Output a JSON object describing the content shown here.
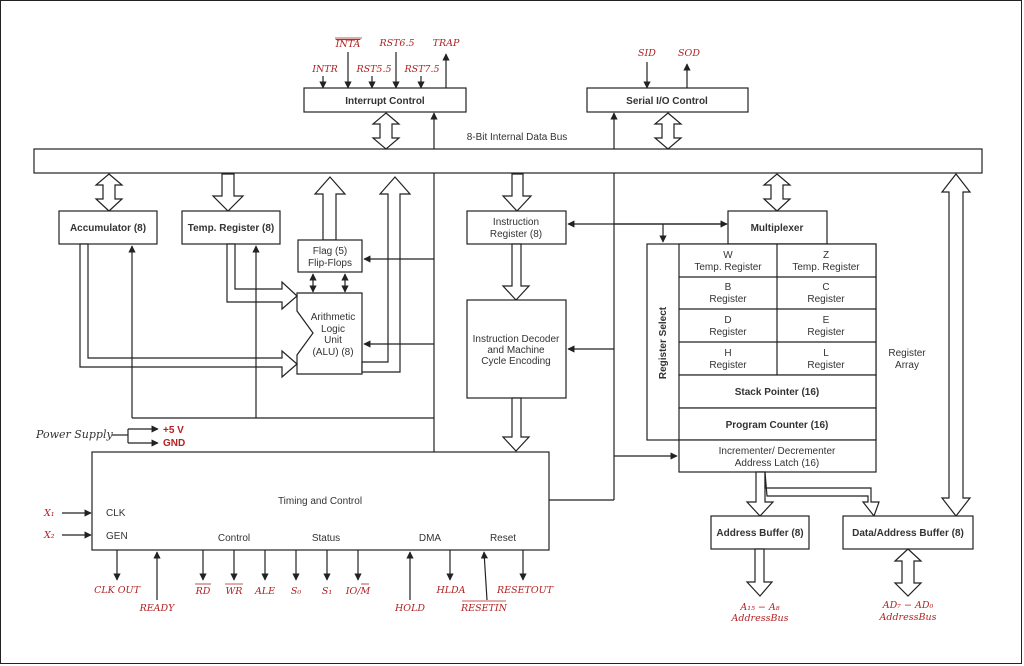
{
  "diagram": {
    "title": "8085 Microprocessor Architecture",
    "colors": {
      "line": "#222222",
      "signal": "#b22222",
      "text": "#333333"
    },
    "blocks": {
      "interrupt_control": "Interrupt Control",
      "serial_io_control": "Serial I/O Control",
      "internal_bus": "8-Bit Internal Data Bus",
      "accumulator": "Accumulator (8)",
      "temp_register": "Temp. Register (8)",
      "flag_line1": "Flag (5)",
      "flag_line2": "Flip-Flops",
      "alu_line1": "Arithmetic",
      "alu_line2": "Logic",
      "alu_line3": "Unit",
      "alu_line4": "(ALU) (8)",
      "ir_line1": "Instruction",
      "ir_line2": "Register (8)",
      "decoder_line1": "Instruction Decoder",
      "decoder_line2": "and Machine",
      "decoder_line3": "Cycle Encoding",
      "multiplexer": "Multiplexer",
      "register_select": "Register Select",
      "register_array_line1": "Register",
      "register_array_line2": "Array",
      "stack_pointer": "Stack Pointer (16)",
      "program_counter": "Program Counter (16)",
      "inc_dec_line1": "Incrementer/ Decrementer",
      "inc_dec_line2": "Address Latch (16)",
      "address_buffer": "Address Buffer (8)",
      "data_address_buffer": "Data/Address Buffer (8)",
      "timing_control": "Timing and Control",
      "clk": "CLK",
      "gen": "GEN",
      "control": "Control",
      "status": "Status",
      "dma": "DMA",
      "reset": "Reset"
    },
    "registers": [
      {
        "name": "W",
        "label": "Temp. Register"
      },
      {
        "name": "Z",
        "label": "Temp. Register"
      },
      {
        "name": "B",
        "label": "Register"
      },
      {
        "name": "C",
        "label": "Register"
      },
      {
        "name": "D",
        "label": "Register"
      },
      {
        "name": "E",
        "label": "Register"
      },
      {
        "name": "H",
        "label": "Register"
      },
      {
        "name": "L",
        "label": "Register"
      }
    ],
    "signals": {
      "inta": "INTA",
      "rst65": "RST6.5",
      "trap": "TRAP",
      "intr": "INTR",
      "rst55": "RST5.5",
      "rst75": "RST7.5",
      "sid": "SID",
      "sod": "SOD",
      "power_supply": "Power Supply",
      "vcc": "+5 V",
      "gnd": "GND",
      "x1": "X₁",
      "x2": "X₂",
      "clk_out": "CLK OUT",
      "ready": "READY",
      "rd": "RD",
      "wr": "WR",
      "ale": "ALE",
      "s0": "S₀",
      "s1": "S₁",
      "io_m": "IO/M",
      "hold": "HOLD",
      "hlda": "HLDA",
      "resetin": "RESETIN",
      "resetout": "RESETOUT",
      "addr_bus_line1": "A₁₅ − A₈",
      "addr_bus_line2": "AddressBus",
      "data_bus_line1": "AD₇ − AD₀",
      "data_bus_line2": "AddressBus"
    }
  }
}
